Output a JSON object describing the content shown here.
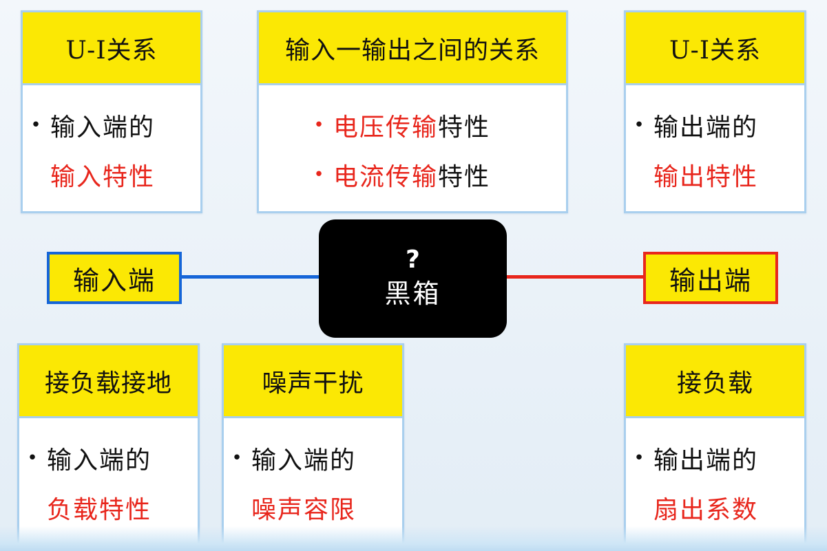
{
  "cards": {
    "top_left": {
      "title": "U-I关系",
      "rows": [
        {
          "bullet": "•",
          "text": "输入端的"
        },
        {
          "bullet": "",
          "text": "输入特性"
        }
      ]
    },
    "top_middle": {
      "title": "输入一输出之间的关系",
      "rows": [
        {
          "bullet": "•",
          "red_text": "电压传输",
          "text": "特性"
        },
        {
          "bullet": "•",
          "red_text": "电流传输",
          "text": "特性"
        }
      ]
    },
    "top_right": {
      "title": "U-I关系",
      "rows": [
        {
          "bullet": "•",
          "text": "输出端的"
        },
        {
          "bullet": "",
          "text": "输出特性"
        }
      ]
    },
    "bottom_left": {
      "title": "接负载接地",
      "rows": [
        {
          "bullet": "•",
          "text": "输入端的"
        },
        {
          "bullet": "",
          "text": "负载特性"
        }
      ]
    },
    "bottom_middle": {
      "title": "噪声干扰",
      "rows": [
        {
          "bullet": "•",
          "text": "输入端的"
        },
        {
          "bullet": "",
          "text": "噪声容限"
        }
      ]
    },
    "bottom_right": {
      "title": "接负载",
      "rows": [
        {
          "bullet": "•",
          "text": "输出端的"
        },
        {
          "bullet": "",
          "text": "扇出系数"
        }
      ]
    }
  },
  "input_terminal": "输入端",
  "output_terminal": "输出端",
  "black_box": {
    "question": "?",
    "label": "黑箱"
  },
  "colors": {
    "header_yellow": "#fbe804",
    "card_border": "#a9cfee",
    "highlight_red": "#e8261c",
    "input_blue": "#1565d8",
    "output_red": "#e8261c",
    "black_box": "#000000"
  }
}
